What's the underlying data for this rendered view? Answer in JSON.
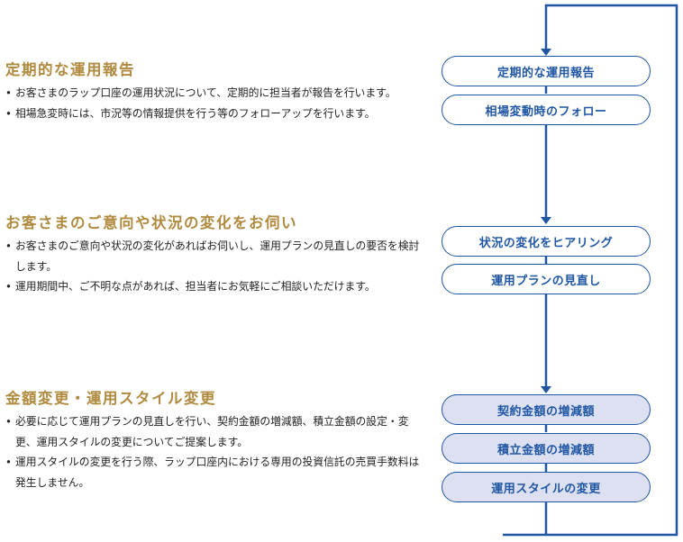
{
  "sections": [
    {
      "heading": "定期的な運用報告",
      "bullets": [
        "お客さまのラップ口座の運用状況について、定期的に担当者が報告を行います。",
        "相場急変時には、市況等の情報提供を行う等のフォローアップを行います。"
      ]
    },
    {
      "heading": "お客さまのご意向や状況の変化をお伺い",
      "bullets": [
        "お客さまのご意向や状況の変化があればお伺いし、運用プランの見直しの要否を検討します。",
        "運用期間中、ご不明な点があれば、担当者にお気軽にご相談いただけます。"
      ]
    },
    {
      "heading": "金額変更・運用スタイル変更",
      "bullets": [
        "必要に応じて運用プランの見直しを行い、契約金額の増減額、積立金額の設定・変更、運用スタイルの変更についてご提案します。",
        "運用スタイルの変更を行う際、ラップ口座内における専用の投資信託の売買手数料は発生しません。"
      ]
    }
  ],
  "flow": [
    "定期的な運用報告",
    "相場変動時のフォロー",
    "状況の変化をヒアリング",
    "運用プランの見直し",
    "契約金額の増減額",
    "積立金額の増減額",
    "運用スタイルの変更"
  ],
  "colors": {
    "heading": "#b08a3e",
    "flow": "#1f56a3",
    "fill": "#dde0f1"
  }
}
